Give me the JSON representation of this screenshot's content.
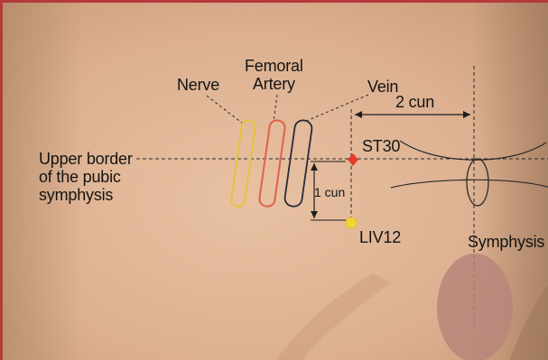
{
  "labels": {
    "nerve": "Nerve",
    "femoral_line1": "Femoral",
    "femoral_line2": "Artery",
    "vein": "Vein",
    "two_cun": "2 cun",
    "upper_line1": "Upper border",
    "upper_line2": "of the pubic",
    "upper_line3": "symphysis",
    "st30": "ST30",
    "one_cun": "1 cun",
    "liv12": "LIV12",
    "symphysis": "Symphysis"
  },
  "colors": {
    "frame": "#b43b3b",
    "nerve": "#e6c23a",
    "artery": "#e0604a",
    "vein": "#2a2a3a",
    "st30_point": "#e23b2e",
    "liv12_point": "#f2d536",
    "skin_light": "#e0b696",
    "skin_dark": "#b98c6c"
  }
}
